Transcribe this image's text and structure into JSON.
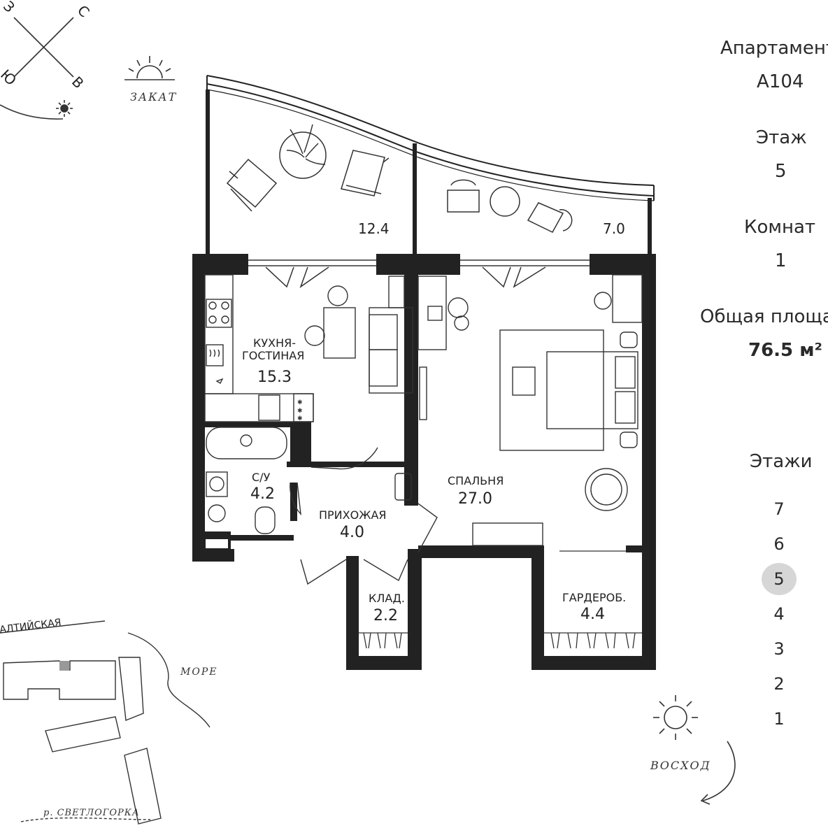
{
  "compass": {
    "north": "С",
    "south": "Ю",
    "west": "З",
    "east": "В"
  },
  "sunset_label": "ЗАКАТ",
  "sunrise_label": "ВОСХОД",
  "rooms": {
    "balcony_left_area": "12.4",
    "balcony_right_area": "7.0",
    "kitchen_name_1": "КУХНЯ-",
    "kitchen_name_2": "ГОСТИНАЯ",
    "kitchen_area": "15.3",
    "bath_name": "С/У",
    "bath_area": "4.2",
    "hall_name": "ПРИХОЖАЯ",
    "hall_area": "4.0",
    "storage_name": "КЛАД.",
    "storage_area": "2.2",
    "bedroom_name": "СПАЛЬНЯ",
    "bedroom_area": "27.0",
    "wardrobe_name": "ГАРДЕРОБ.",
    "wardrobe_area": "4.4"
  },
  "map": {
    "street": "АЛТИЙСКАЯ",
    "sea": "МОРЕ",
    "river": "р. СВЕТЛОГОРКА"
  },
  "info": {
    "apartment_label": "Апартамент",
    "apartment_value": "А104",
    "floor_label": "Этаж",
    "floor_value": "5",
    "rooms_label": "Комнат",
    "rooms_value": "1",
    "area_label": "Общая площадь",
    "area_value": "76.5 м²"
  },
  "floors": {
    "title": "Этажи",
    "items": [
      "7",
      "6",
      "5",
      "4",
      "3",
      "2",
      "1"
    ],
    "active": "5"
  }
}
